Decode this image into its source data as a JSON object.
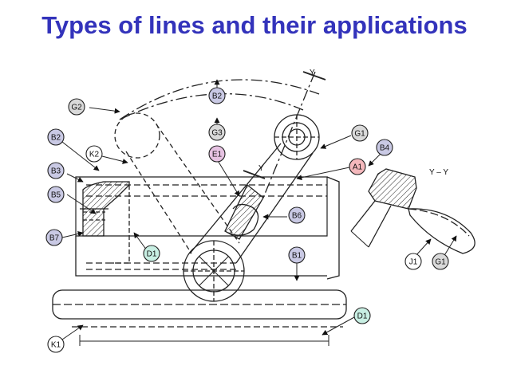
{
  "title": "Types of lines and their applications",
  "colors": {
    "title": "#3333bb",
    "B": "#c9c9e4",
    "G": "#d9d9d9",
    "A": "#f4b8bc",
    "E": "#e6c2e2",
    "D": "#c8efe3",
    "plain": "#ffffff"
  },
  "callouts": [
    {
      "id": "B2",
      "key": "b2top",
      "cls": "B"
    },
    {
      "id": "G2",
      "key": "g2",
      "cls": "G"
    },
    {
      "id": "G3",
      "key": "g3",
      "cls": "G"
    },
    {
      "id": "E1",
      "key": "e1",
      "cls": "E"
    },
    {
      "id": "G1",
      "key": "g1top",
      "cls": "G"
    },
    {
      "id": "B2",
      "key": "b2left",
      "cls": "B"
    },
    {
      "id": "K2",
      "key": "k2",
      "cls": "plain"
    },
    {
      "id": "B4",
      "key": "b4",
      "cls": "B"
    },
    {
      "id": "A1",
      "key": "a1",
      "cls": "A"
    },
    {
      "id": "B3",
      "key": "b3",
      "cls": "B"
    },
    {
      "id": "B5",
      "key": "b5",
      "cls": "B"
    },
    {
      "id": "B6",
      "key": "b6",
      "cls": "B"
    },
    {
      "id": "B7",
      "key": "b7",
      "cls": "B"
    },
    {
      "id": "D1",
      "key": "d1mid",
      "cls": "D"
    },
    {
      "id": "B1",
      "key": "b1",
      "cls": "B"
    },
    {
      "id": "J1",
      "key": "j1",
      "cls": "plain"
    },
    {
      "id": "G1",
      "key": "g1right",
      "cls": "G"
    },
    {
      "id": "D1",
      "key": "d1bottom",
      "cls": "D"
    },
    {
      "id": "K1",
      "key": "k1",
      "cls": "plain"
    }
  ],
  "labels": {
    "y_top": "Y",
    "y_mid": "Y",
    "section": "Y – Y"
  }
}
